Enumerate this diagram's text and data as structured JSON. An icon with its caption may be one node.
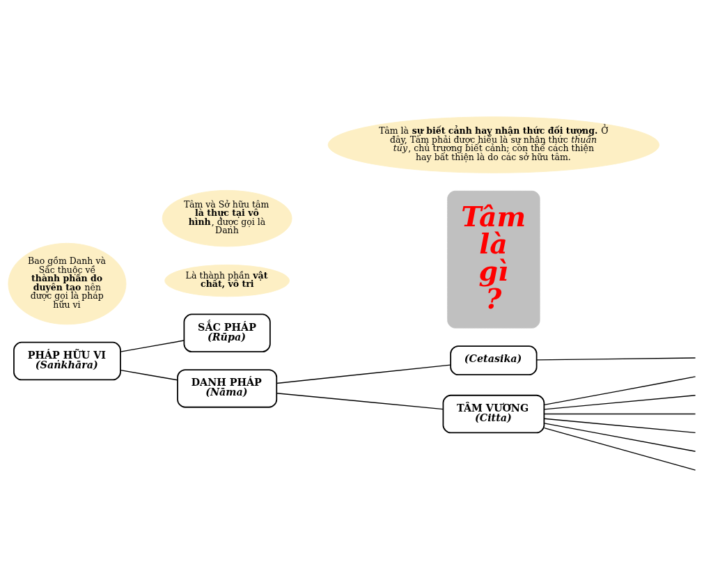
{
  "diagram": {
    "nodes": [
      {
        "text": [
          "PHÁP HỮU VI",
          "(Saṅkhāra)"
        ]
      },
      {
        "text": [
          "SẮC PHÁP",
          "(Rūpa)"
        ]
      },
      {
        "text": [
          "DANH PHÁP",
          "(Nāma)"
        ]
      },
      {
        "text": [
          "(Cetasika)"
        ]
      },
      {
        "text": [
          "TÂM VƯƠNG",
          "(Citta)"
        ]
      },
      {
        "text": [
          "Tâm là gì ?"
        ]
      },
      {
        "text": [
          "Là thành phần **vật chất, vô tri**"
        ]
      },
      {
        "text": [
          "Bao gồm Danh và Sắc thuộc về **thành phần do duyên tạo** nên được gọi là pháp hữu vi"
        ]
      },
      {
        "text": [
          "Tâm và Sở hữu tâm **là thực tại vô hình**, được gọi là Danh"
        ]
      },
      {
        "text": [
          "Tâm là **sự biết cảnh hay nhận thức đối tượng.** Ở đây, Tâm phải được hiểu là sự nhận thức *thuần túy*, chủ trương biết cảnh; còn thể cách thiện hay bất thiện là do các sở hữu tâm."
        ]
      }
    ],
    "edges": [
      {
        "from": 0,
        "to": 1,
        "arrow": "none"
      },
      {
        "from": 0,
        "to": 2,
        "arrow": "none"
      },
      {
        "from": 2,
        "to": 3,
        "arrow": "none"
      },
      {
        "from": 2,
        "to": 4,
        "arrow": "none"
      },
      {
        "from": 3,
        "to": null,
        "arrow": "none"
      },
      {
        "from": 4,
        "to": null,
        "arrow": "none"
      },
      {
        "from": 4,
        "to": null,
        "arrow": "none"
      },
      {
        "from": 4,
        "to": null,
        "arrow": "none"
      },
      {
        "from": 4,
        "to": null,
        "arrow": "none"
      },
      {
        "from": 4,
        "to": null,
        "arrow": "none"
      },
      {
        "from": 4,
        "to": null,
        "arrow": "none"
      }
    ]
  }
}
